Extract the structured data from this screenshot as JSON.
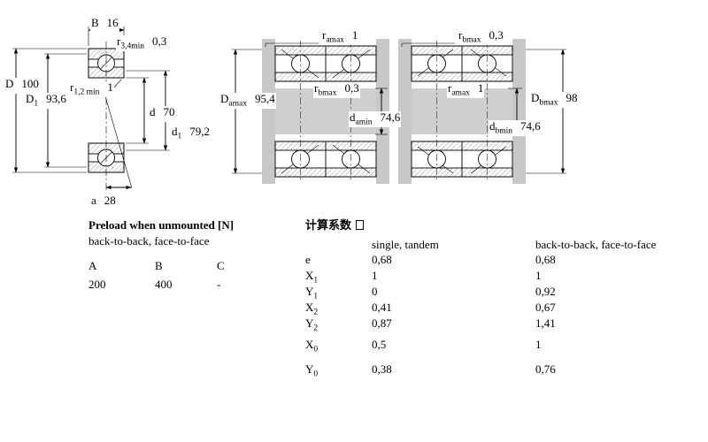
{
  "left_diagram": {
    "B": {
      "sym": "B",
      "sub": "",
      "val": "16"
    },
    "r34": {
      "sym": "r",
      "sub": "3,4min",
      "val": "0,3"
    },
    "D": {
      "sym": "D",
      "sub": "",
      "val": "100"
    },
    "D1": {
      "sym": "D",
      "sub": "1",
      "val": "93,6"
    },
    "r12": {
      "sym": "r",
      "sub": "1,2 min",
      "val": "1"
    },
    "d": {
      "sym": "d",
      "sub": "",
      "val": "70"
    },
    "d1": {
      "sym": "d",
      "sub": "1",
      "val": "79,2"
    },
    "a": {
      "sym": "a",
      "sub": "",
      "val": "28"
    }
  },
  "back_to_back": {
    "ra_top": {
      "sym": "r",
      "sub": "amax",
      "val": "1"
    },
    "Damax": {
      "sym": "D",
      "sub": "amax",
      "val": "95,4"
    },
    "rbmax": {
      "sym": "r",
      "sub": "bmax",
      "val": "0,3"
    },
    "damin": {
      "sym": "d",
      "sub": "amin",
      "val": "74,6"
    }
  },
  "face_to_face": {
    "rb_top": {
      "sym": "r",
      "sub": "bmax",
      "val": "0,3"
    },
    "ramax": {
      "sym": "r",
      "sub": "amax",
      "val": "1"
    },
    "Dbmax": {
      "sym": "D",
      "sub": "bmax",
      "val": "98"
    },
    "dbmin": {
      "sym": "d",
      "sub": "bmin",
      "val": "74,6"
    }
  },
  "preload": {
    "title": "Preload when unmounted [N]",
    "subtitle": "back-to-back, face-to-face",
    "headers": [
      "A",
      "B",
      "C"
    ],
    "values": [
      "200",
      "400",
      "-"
    ]
  },
  "factors": {
    "title": "计算系数",
    "col1": "single, tandem",
    "col2": "back-to-back, face-to-face",
    "rows": [
      {
        "sym": "e",
        "sub": "",
        "v1": "0,68",
        "v2": "0,68"
      },
      {
        "sym": "X",
        "sub": "1",
        "v1": "1",
        "v2": "1"
      },
      {
        "sym": "Y",
        "sub": "1",
        "v1": "0",
        "v2": "0,92"
      },
      {
        "sym": "X",
        "sub": "2",
        "v1": "0,41",
        "v2": "0,67"
      },
      {
        "sym": "Y",
        "sub": "2",
        "v1": "0,87",
        "v2": "1,41"
      },
      {
        "sym": "X",
        "sub": "0",
        "v1": "0,5",
        "v2": "1"
      },
      {
        "sym": "Y",
        "sub": "0",
        "v1": "0,38",
        "v2": "0,76"
      }
    ]
  }
}
